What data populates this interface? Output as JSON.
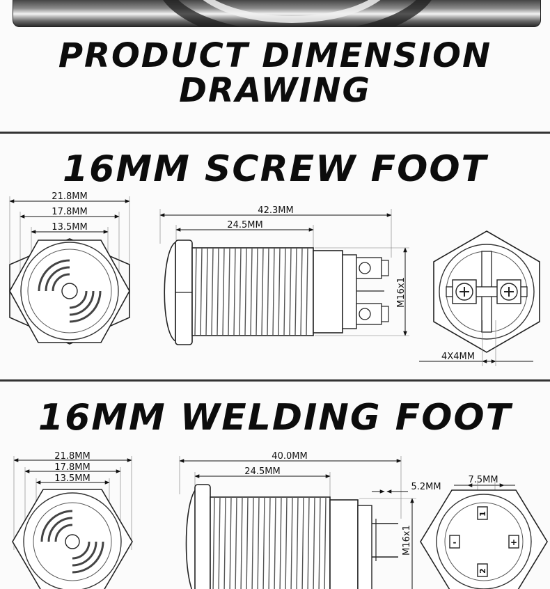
{
  "header": {
    "title_line1": "PRODUCT DIMENSION",
    "title_line2": "DRAWING"
  },
  "screw_foot": {
    "title": "16MM SCREW FOOT",
    "front_dims": [
      "21.8MM",
      "17.8MM",
      "13.5MM"
    ],
    "side_dims": {
      "overall": "42.3MM",
      "thread_length": "24.5MM",
      "thread": "M16x1"
    },
    "back_dims": {
      "terminal": "4X4MM"
    }
  },
  "welding_foot": {
    "title": "16MM WELDING FOOT",
    "front_dims": [
      "21.8MM",
      "17.8MM",
      "13.5MM"
    ],
    "side_dims": {
      "overall": "40.0MM",
      "thread_length": "24.5MM",
      "thread": "M16x1",
      "pin_offset": "5.2MM"
    },
    "back_dims": {
      "pin_spacing": "7.5MM"
    },
    "pin_labels": [
      "1",
      "2",
      "-",
      "+"
    ]
  }
}
